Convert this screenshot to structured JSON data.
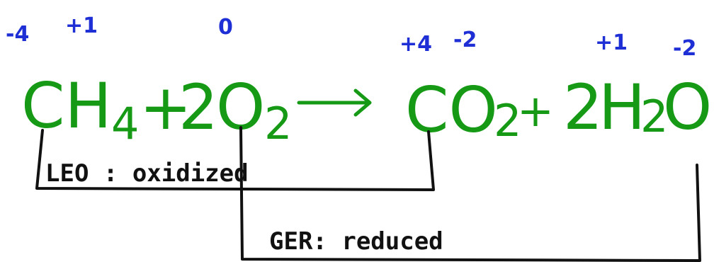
{
  "colors": {
    "oxidation_numbers": "#1f2fd6",
    "equation": "#169a16",
    "annotations": "#111111"
  },
  "oxidation_numbers": {
    "c_in_ch4": "-4",
    "h_in_ch4": "+1",
    "o_in_o2": "0",
    "c_in_co2": "+4",
    "o_in_co2": "-2",
    "h_in_h2o": "+1",
    "o_in_h2o": "-2"
  },
  "equation": {
    "reactant1": "CH",
    "reactant1_sub": "4",
    "plus1": "+",
    "coef2": "2",
    "reactant2": "O",
    "reactant2_sub": "2",
    "product1": "CO",
    "product1_sub": "2",
    "plus2": "+",
    "coef_h2o": "2",
    "product2_h": "H",
    "product2_sub": "2",
    "product2_o": "O"
  },
  "annotations": {
    "leo": "LEO : oxidized",
    "ger": "GER: reduced"
  }
}
